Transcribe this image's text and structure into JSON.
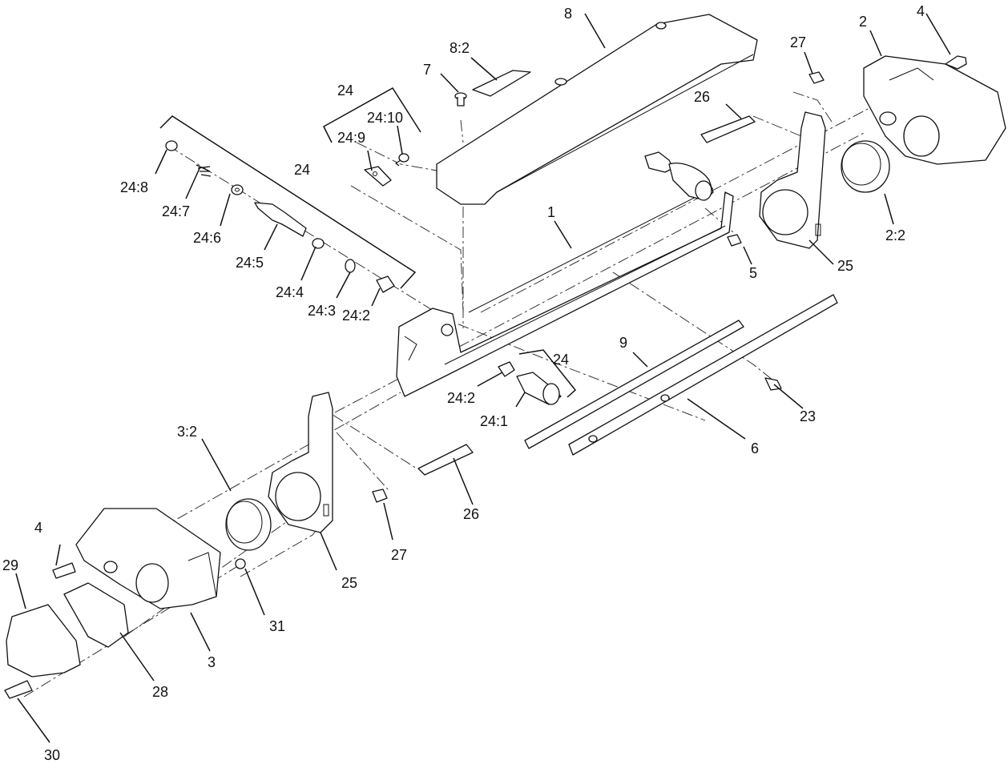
{
  "diagram": {
    "callouts": {
      "c1": "1",
      "c2": "2",
      "c2_2": "2:2",
      "c3": "3",
      "c3_2": "3:2",
      "c4_top": "4",
      "c4_left": "4",
      "c5": "5",
      "c6": "6",
      "c7": "7",
      "c8": "8",
      "c8_2": "8:2",
      "c9": "9",
      "c23": "23",
      "c24_kit_upper": "24",
      "c24_kit_left": "24",
      "c24_kit_lower": "24",
      "c24_1": "24:1",
      "c24_2_upper": "24:2",
      "c24_2_lower": "24:2",
      "c24_3": "24:3",
      "c24_4": "24:4",
      "c24_5": "24:5",
      "c24_6": "24:6",
      "c24_7": "24:7",
      "c24_8": "24:8",
      "c24_9": "24:9",
      "c24_10": "24:10",
      "c25_right": "25",
      "c25_left": "25",
      "c26_top": "26",
      "c26_bottom": "26",
      "c27_top": "27",
      "c27_bottom": "27",
      "c28": "28",
      "c29": "29",
      "c30": "30",
      "c31": "31"
    }
  }
}
